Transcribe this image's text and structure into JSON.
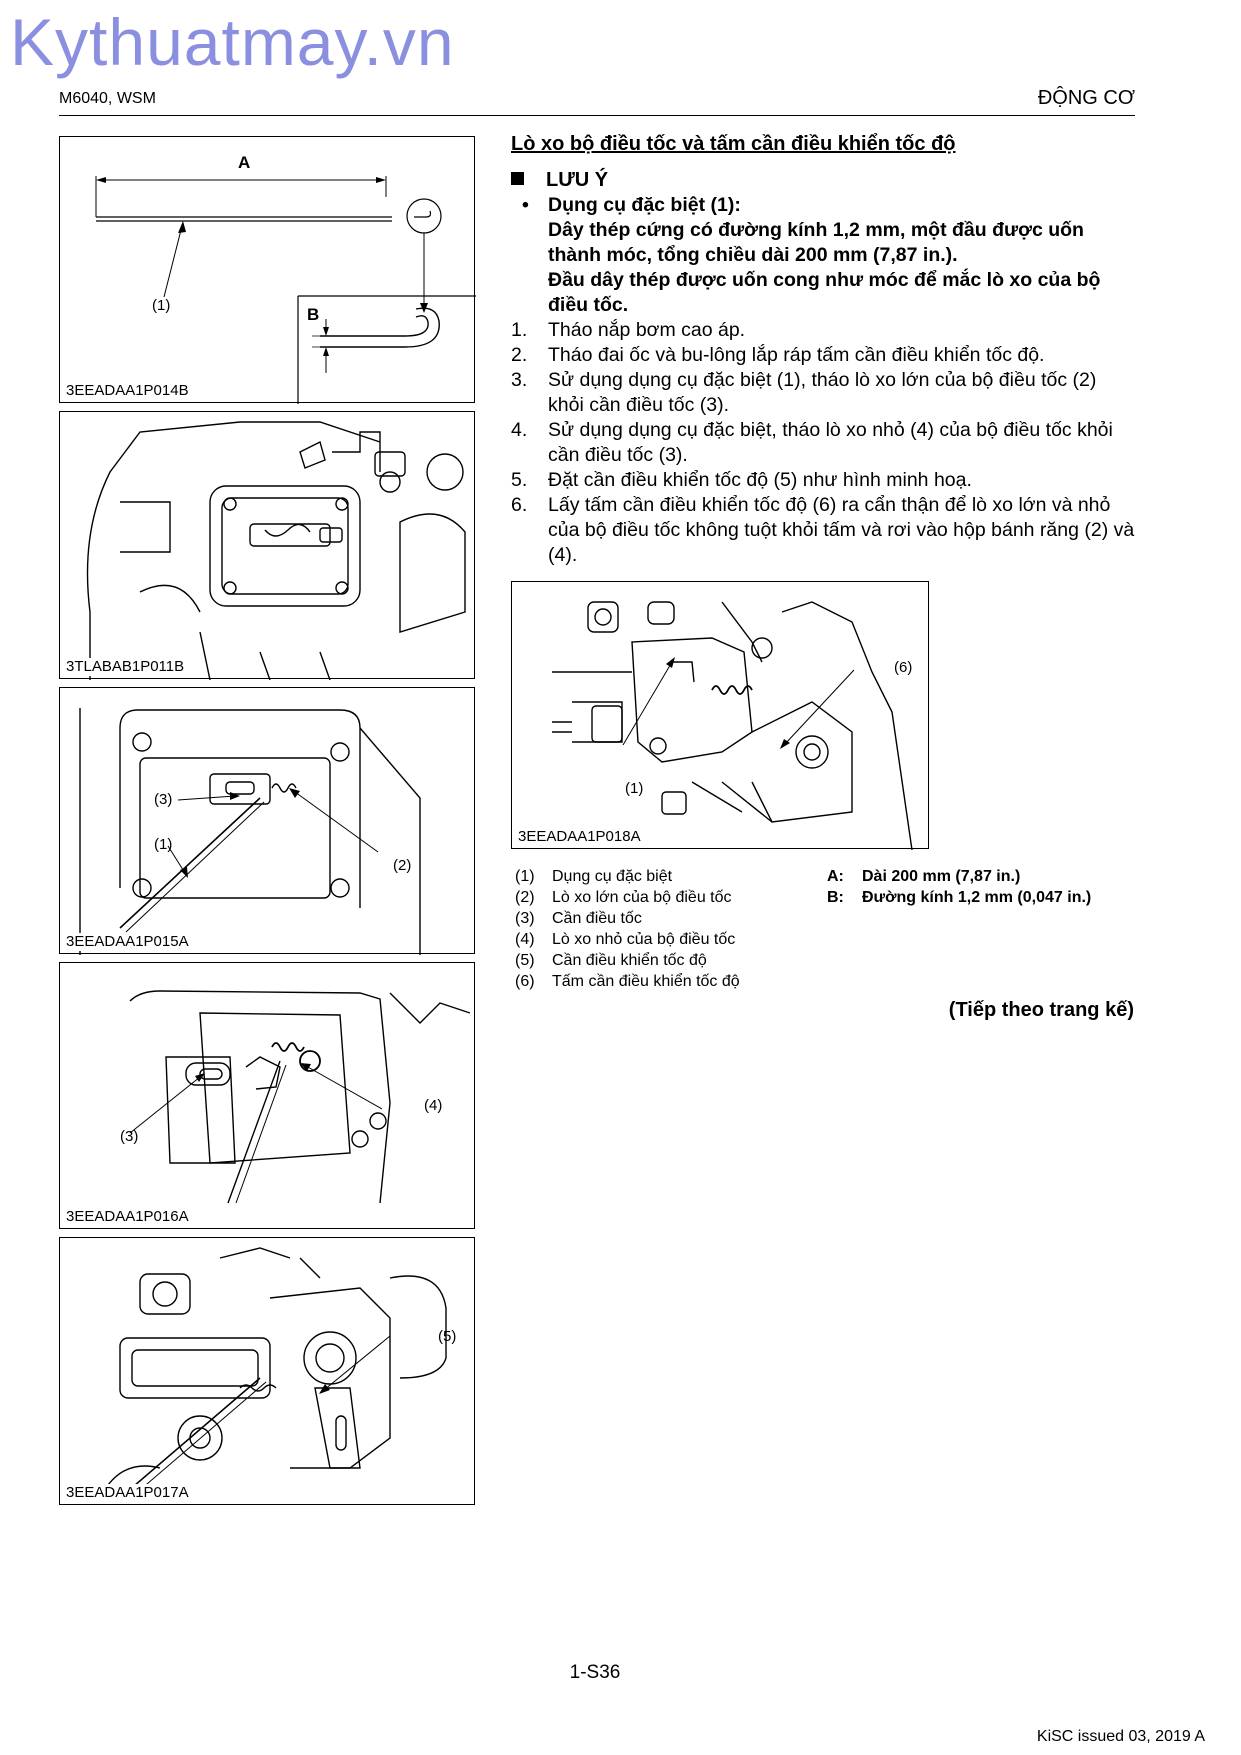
{
  "watermark": "Kythuatmay.vn",
  "header": {
    "left": "M6040, WSM",
    "right": "ĐỘNG CƠ"
  },
  "section_title": "Lò xo bộ điều tốc và tấm cần điều khiển tốc độ",
  "note": {
    "heading": "LƯU Ý",
    "bullet_title": "Dụng cụ đặc biệt (1):",
    "bullet_line1": "Dây thép cứng có đường kính 1,2 mm, một đầu được uốn thành móc, tổng chiều dài 200 mm (7,87 in.).",
    "bullet_line2": "Đầu dây thép được uốn cong như móc để mắc lò xo của bộ điều tốc."
  },
  "steps": [
    {
      "num": "1.",
      "text": "Tháo nắp bơm cao áp."
    },
    {
      "num": "2.",
      "text": "Tháo đai ốc và bu-lông lắp ráp tấm cần điều khiển tốc độ."
    },
    {
      "num": "3.",
      "text": "Sử dụng dụng cụ đặc biệt (1), tháo lò xo lớn của bộ điều tốc (2) khỏi cần điều tốc (3)."
    },
    {
      "num": "4.",
      "text": "Sử dụng dụng cụ đặc biệt, tháo lò xo nhỏ (4) của bộ điều tốc khỏi cần điều tốc (3)."
    },
    {
      "num": "5.",
      "text": "Đặt cần điều khiển tốc độ (5) như hình minh hoạ."
    },
    {
      "num": "6.",
      "text": "Lấy tấm cần điều khiển tốc độ (6) ra cẩn thận để lò xo lớn và nhỏ của bộ điều tốc không tuột khỏi tấm và rơi vào hộp bánh răng (2) và (4)."
    }
  ],
  "figures": {
    "f1": {
      "code": "3EEADAA1P014B",
      "label_a": "A",
      "label_b": "B",
      "label_1": "(1)"
    },
    "f2": {
      "code": "3TLABAB1P011B"
    },
    "f3": {
      "code": "3EEADAA1P015A",
      "label_3": "(3)",
      "label_1": "(1)",
      "label_2": "(2)"
    },
    "f4": {
      "code": "3EEADAA1P016A",
      "label_3": "(3)",
      "label_4": "(4)"
    },
    "f5": {
      "code": "3EEADAA1P017A",
      "label_5": "(5)"
    },
    "f6": {
      "code": "3EEADAA1P018A",
      "label_6": "(6)",
      "label_1": "(1)"
    }
  },
  "legend_left": [
    {
      "key": "(1)",
      "value": "Dụng cụ đặc biệt"
    },
    {
      "key": "(2)",
      "value": "Lò xo lớn của bộ điều tốc"
    },
    {
      "key": "(3)",
      "value": "Cần điều tốc"
    },
    {
      "key": "(4)",
      "value": "Lò xo nhỏ của bộ điều tốc"
    },
    {
      "key": "(5)",
      "value": "Cần điều khiển tốc độ"
    },
    {
      "key": "(6)",
      "value": "Tấm cần điều khiển tốc độ"
    }
  ],
  "legend_right": [
    {
      "key": "A:",
      "value": "Dài 200 mm (7,87 in.)"
    },
    {
      "key": "B:",
      "value": "Đường kính 1,2 mm (0,047 in.)"
    }
  ],
  "continued": "(Tiếp theo trang kế)",
  "page_number": "1-S36",
  "issued": "KiSC issued 03, 2019 A"
}
